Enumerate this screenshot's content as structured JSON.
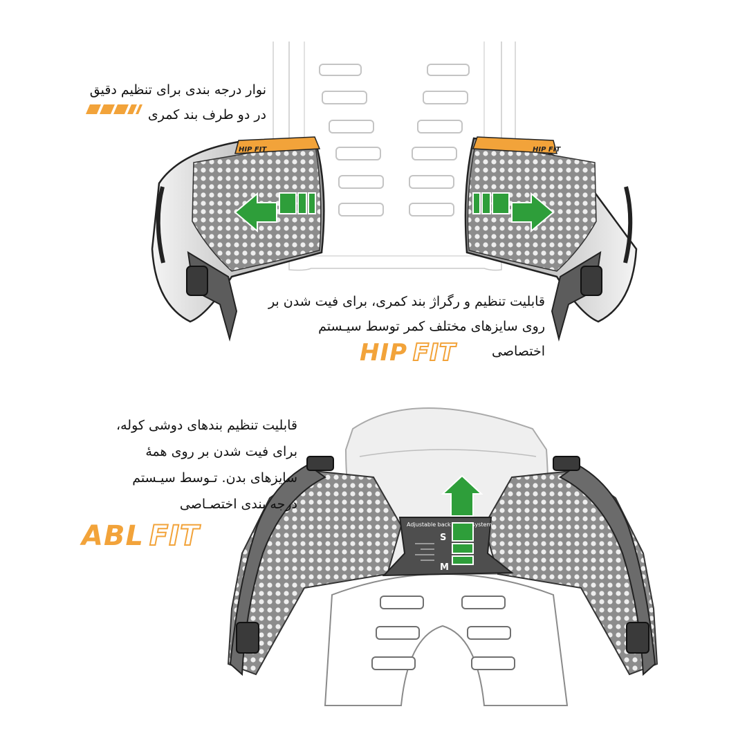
{
  "top_note": {
    "line1": "نوار درجه بندی برای تنظیم دقیق",
    "line2": "در دو طرف بند کمری"
  },
  "mid_note": {
    "line1": "قابلیت تنظیم و رگراژ بند کمری، برای فیت شدن بر",
    "line2": "روی سایزهای مختلف کمر توسط سیـستم اختصاصی"
  },
  "hip_brand": {
    "solid": "HIP",
    "outline": "FIT"
  },
  "bottom_note": {
    "line1": "قابلیت تنظیم بندهای دوشی کوله،",
    "line2": "برای فیت شدن بر روی همهٔ",
    "line3": "سایزهای بدن. تـوسط سیـستم",
    "line4": "درجه بندی اختصـاصی"
  },
  "abl_brand": {
    "solid": "ABL",
    "outline": "FIT"
  },
  "hip_belt_label": "HIP FIT",
  "back_system": {
    "label": "Adjustable back length system",
    "size_s": "S",
    "size_m": "M"
  },
  "colors": {
    "accent": "#f2a33a",
    "arrow_green": "#2e9e3a",
    "strap_grey": "#6b6b6b"
  },
  "icons": [
    "gauge-stripes-icon",
    "arrow-left-icon",
    "arrow-right-icon",
    "arrow-up-icon"
  ]
}
